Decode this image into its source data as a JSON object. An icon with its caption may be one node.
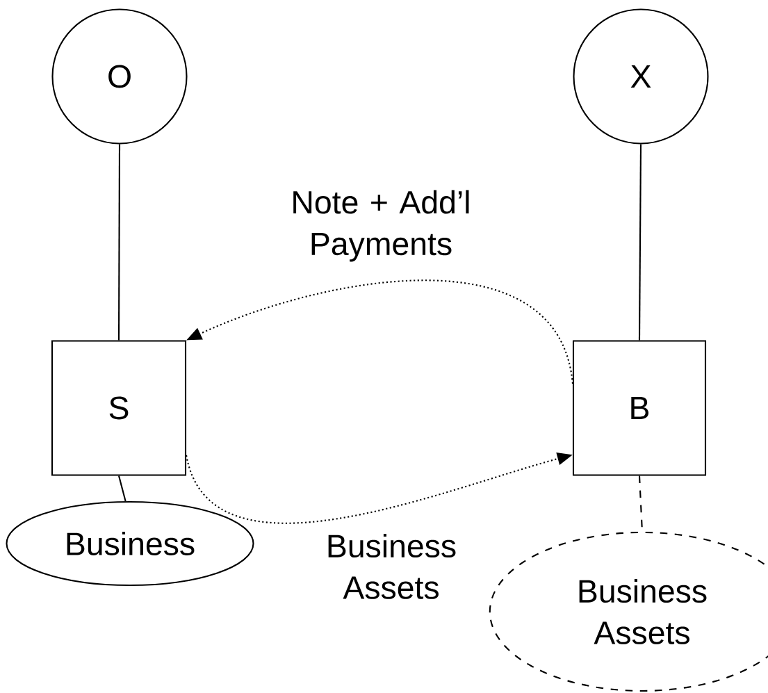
{
  "diagram": {
    "nodes": [
      {
        "text": [
          "O"
        ]
      },
      {
        "text": [
          "X"
        ]
      },
      {
        "text": [
          "S"
        ]
      },
      {
        "text": [
          "B"
        ]
      },
      {
        "text": [
          "Business"
        ]
      },
      {
        "text": [
          "Business Assets"
        ]
      }
    ],
    "edges": [
      {
        "from": 0,
        "to": 2,
        "arrow": "none"
      },
      {
        "from": 1,
        "to": 3,
        "arrow": "none"
      },
      {
        "from": 2,
        "to": 4,
        "arrow": "none"
      },
      {
        "from": 3,
        "to": 5,
        "arrow": "none",
        "style": "dashed"
      },
      {
        "from": 3,
        "to": 2,
        "arrow": "to",
        "label": "Note + Add’l Payments",
        "style": "dashed"
      },
      {
        "from": 2,
        "to": 3,
        "arrow": "to",
        "label": "Business Assets",
        "style": "dashed"
      }
    ]
  }
}
